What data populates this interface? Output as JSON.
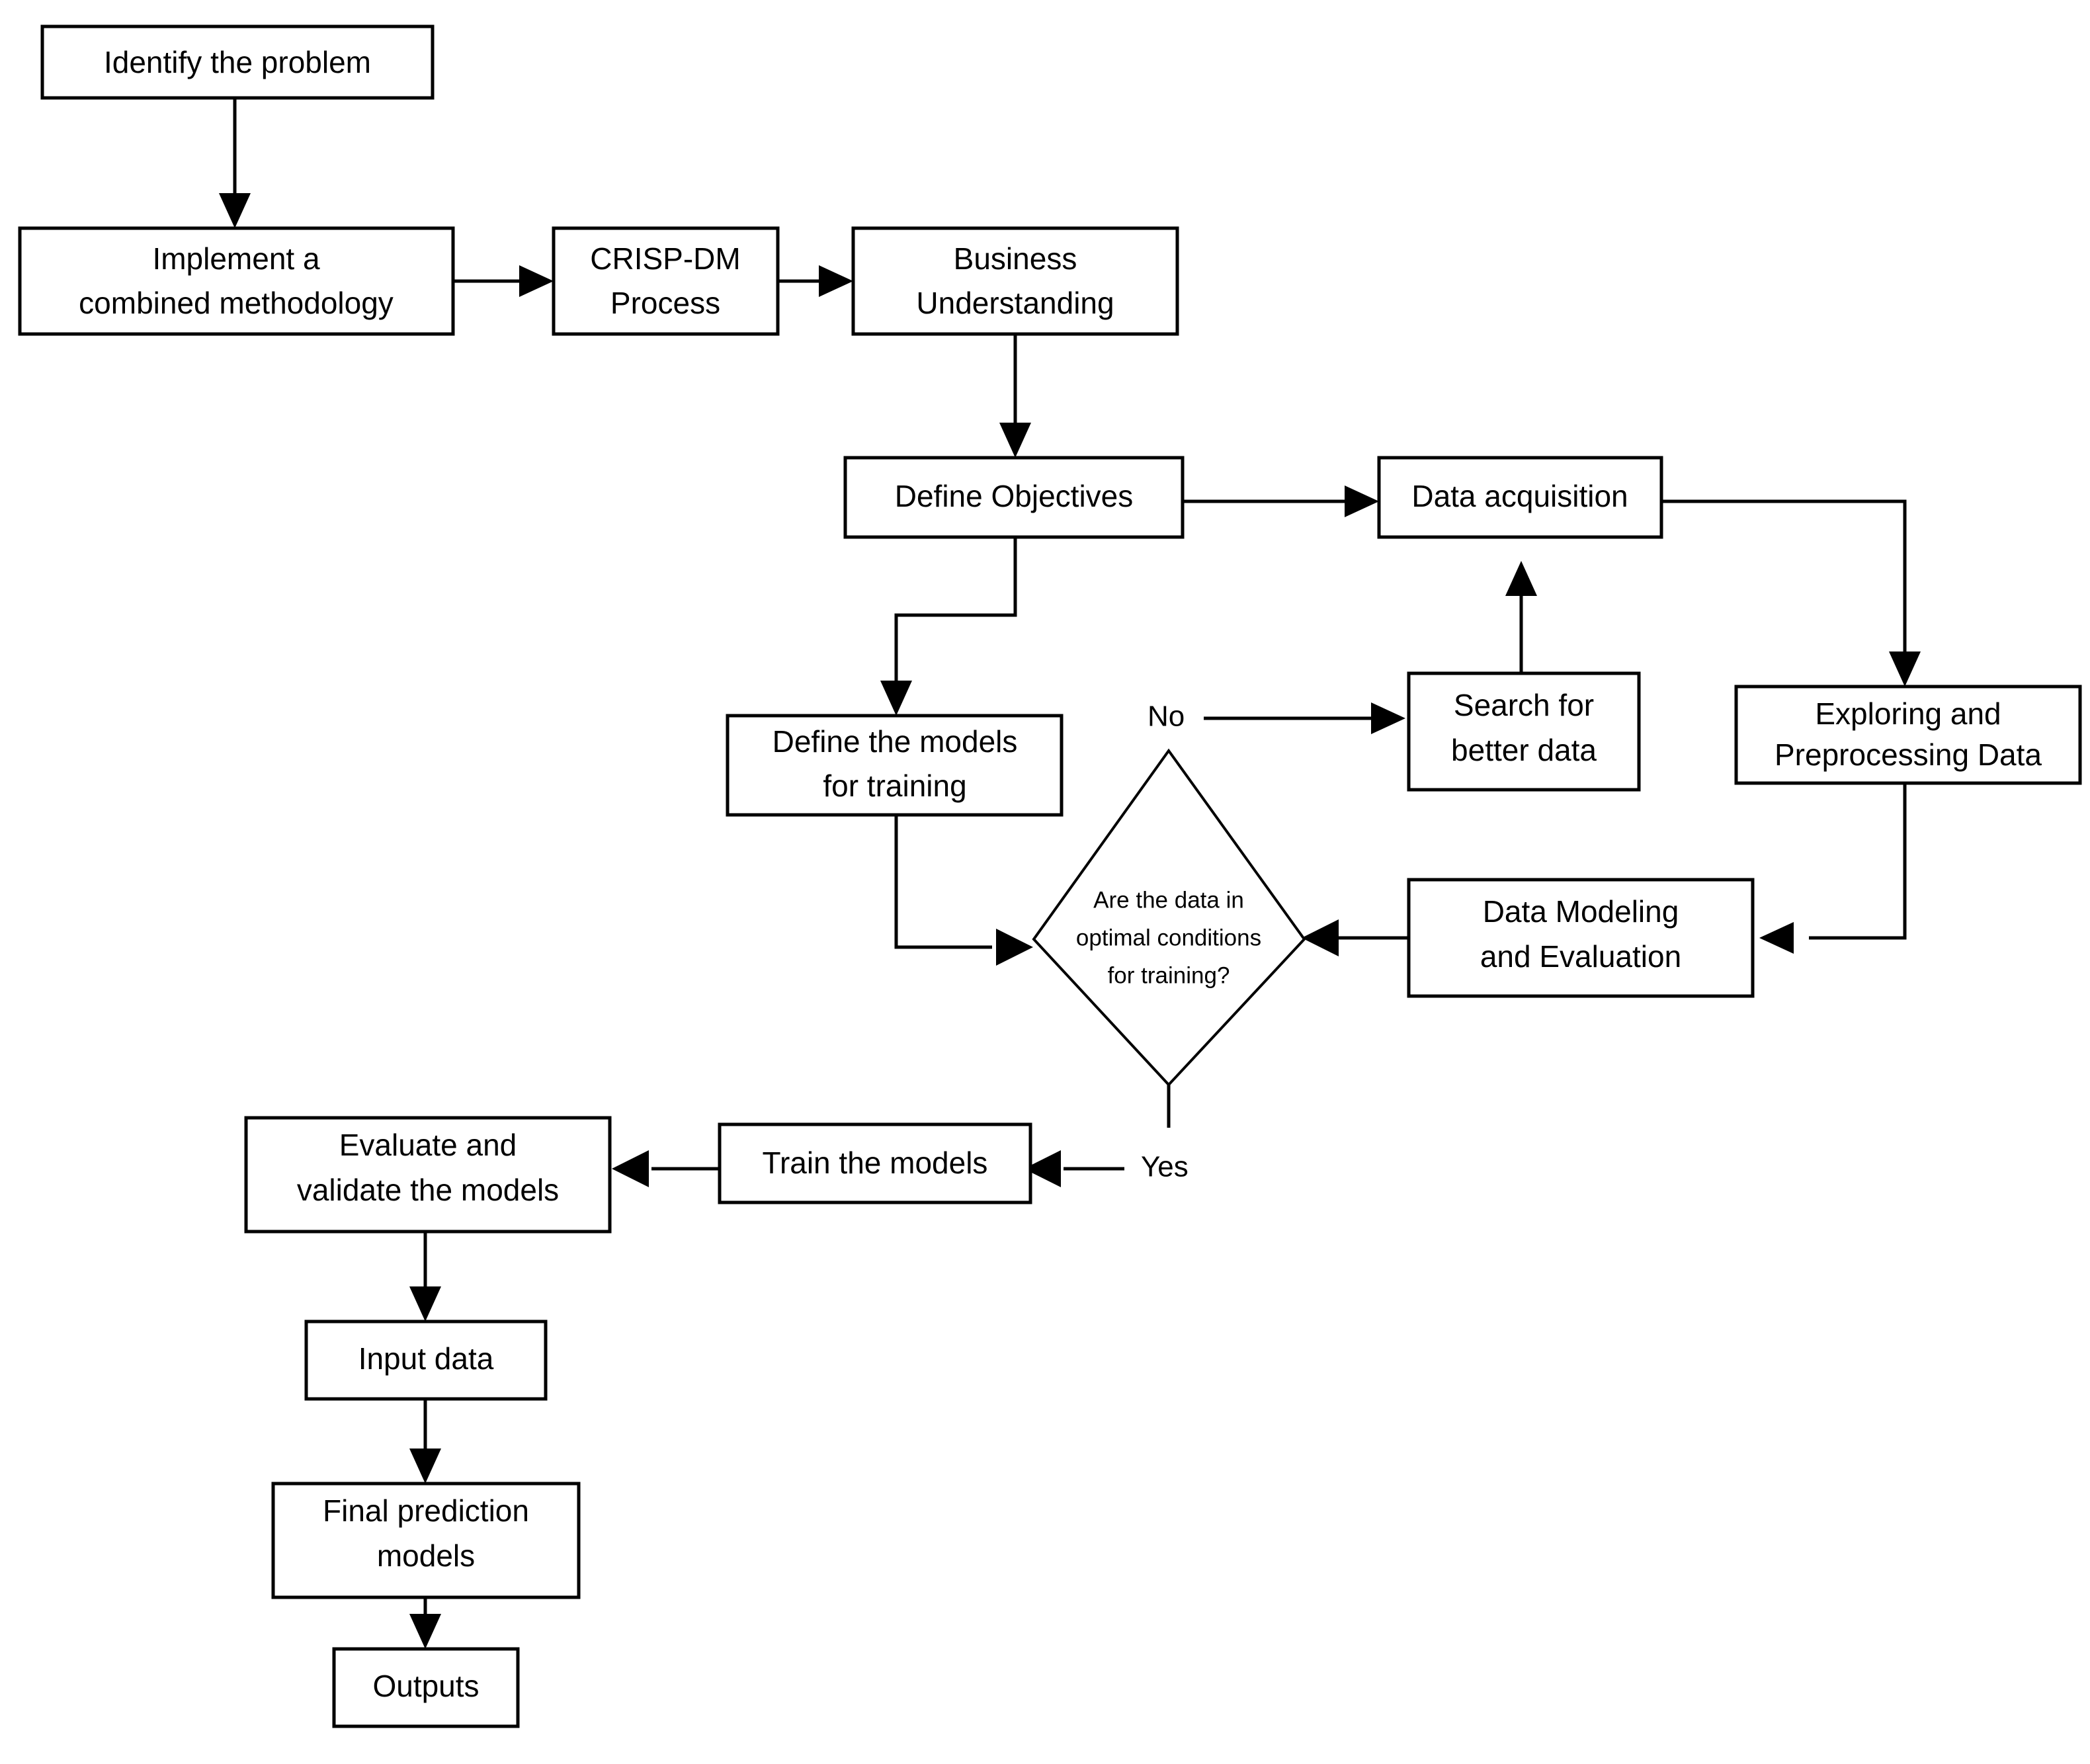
{
  "diagram": {
    "title": "CRISP-DM combined methodology flowchart",
    "type": "flowchart",
    "background_color": "#ffffff",
    "stroke_color": "#000000",
    "fill_color": "#ffffff",
    "nodes": [
      {
        "id": "identify-the-problem",
        "shape": "rectangle",
        "lines": [
          "Identify the problem"
        ]
      },
      {
        "id": "implement-a-combined-methodology",
        "shape": "rectangle",
        "lines": [
          "Implement a",
          "combined methodology"
        ]
      },
      {
        "id": "crisp-dm-process",
        "shape": "rectangle",
        "lines": [
          "CRISP-DM",
          "Process"
        ]
      },
      {
        "id": "business-understanding",
        "shape": "rectangle",
        "lines": [
          "Business",
          "Understanding"
        ]
      },
      {
        "id": "define-objectives",
        "shape": "rectangle",
        "lines": [
          "Define Objectives"
        ]
      },
      {
        "id": "data-acquisition",
        "shape": "rectangle",
        "lines": [
          "Data acquisition"
        ]
      },
      {
        "id": "exploring-and-preprocessing-data",
        "shape": "rectangle",
        "lines": [
          "Exploring and",
          "Preprocessing Data"
        ]
      },
      {
        "id": "search-for-better-data",
        "shape": "rectangle",
        "lines": [
          "Search for",
          "better data"
        ]
      },
      {
        "id": "define-the-models-for-training",
        "shape": "rectangle",
        "lines": [
          "Define the models",
          "for training"
        ]
      },
      {
        "id": "data-modeling-and-evaluation",
        "shape": "rectangle",
        "lines": [
          "Data Modeling",
          "and Evaluation"
        ]
      },
      {
        "id": "are-the-data-in-optimal-conditions-for-training",
        "shape": "diamond",
        "lines": [
          "Are the data in",
          "optimal conditions",
          "for training?"
        ]
      },
      {
        "id": "train-the-models",
        "shape": "rectangle",
        "lines": [
          "Train the models"
        ]
      },
      {
        "id": "evaluate-and-validate-the-models",
        "shape": "rectangle",
        "lines": [
          "Evaluate and",
          "validate the models"
        ]
      },
      {
        "id": "input-data",
        "shape": "rectangle",
        "lines": [
          "Input data"
        ]
      },
      {
        "id": "final-prediction-models",
        "shape": "rectangle",
        "lines": [
          "Final prediction",
          "models"
        ]
      },
      {
        "id": "outputs",
        "shape": "rectangle",
        "lines": [
          "Outputs"
        ]
      }
    ],
    "edge_labels": [
      {
        "id": "no-branch-label",
        "text": "No"
      },
      {
        "id": "yes-branch-label",
        "text": "Yes"
      }
    ],
    "edges": [
      {
        "from": "identify-the-problem",
        "to": "implement-a-combined-methodology",
        "label": ""
      },
      {
        "from": "implement-a-combined-methodology",
        "to": "crisp-dm-process",
        "label": ""
      },
      {
        "from": "crisp-dm-process",
        "to": "business-understanding",
        "label": ""
      },
      {
        "from": "business-understanding",
        "to": "define-objectives",
        "label": ""
      },
      {
        "from": "define-objectives",
        "to": "data-acquisition",
        "label": ""
      },
      {
        "from": "define-objectives",
        "to": "define-the-models-for-training",
        "label": ""
      },
      {
        "from": "data-acquisition",
        "to": "exploring-and-preprocessing-data",
        "label": ""
      },
      {
        "from": "exploring-and-preprocessing-data",
        "to": "data-modeling-and-evaluation",
        "label": ""
      },
      {
        "from": "data-modeling-and-evaluation",
        "to": "are-the-data-in-optimal-conditions-for-training",
        "label": ""
      },
      {
        "from": "define-the-models-for-training",
        "to": "are-the-data-in-optimal-conditions-for-training",
        "label": ""
      },
      {
        "from": "are-the-data-in-optimal-conditions-for-training",
        "to": "search-for-better-data",
        "label": "No"
      },
      {
        "from": "search-for-better-data",
        "to": "data-acquisition",
        "label": ""
      },
      {
        "from": "are-the-data-in-optimal-conditions-for-training",
        "to": "train-the-models",
        "label": "Yes"
      },
      {
        "from": "train-the-models",
        "to": "evaluate-and-validate-the-models",
        "label": ""
      },
      {
        "from": "evaluate-and-validate-the-models",
        "to": "input-data",
        "label": ""
      },
      {
        "from": "input-data",
        "to": "final-prediction-models",
        "label": ""
      },
      {
        "from": "final-prediction-models",
        "to": "outputs",
        "label": ""
      }
    ]
  },
  "labels": {
    "identify_the_problem_l1": "Identify the problem",
    "implement_l1": "Implement a",
    "implement_l2": "combined methodology",
    "crispdm_l1": "CRISP-DM",
    "crispdm_l2": "Process",
    "business_l1": "Business",
    "business_l2": "Understanding",
    "define_objectives_l1": "Define Objectives",
    "data_acquisition_l1": "Data acquisition",
    "exploring_l1": "Exploring and",
    "exploring_l2": "Preprocessing Data",
    "search_l1": "Search for",
    "search_l2": "better data",
    "define_models_l1": "Define the models",
    "define_models_l2": "for training",
    "data_modeling_l1": "Data Modeling",
    "data_modeling_l2": "and Evaluation",
    "decision_l1": "Are the data in",
    "decision_l2": "optimal conditions",
    "decision_l3": "for training?",
    "train_models_l1": "Train the models",
    "evaluate_l1": "Evaluate and",
    "evaluate_l2": "validate the models",
    "input_data_l1": "Input data",
    "final_pred_l1": "Final prediction",
    "final_pred_l2": "models",
    "outputs_l1": "Outputs",
    "no_label": "No",
    "yes_label": "Yes"
  }
}
